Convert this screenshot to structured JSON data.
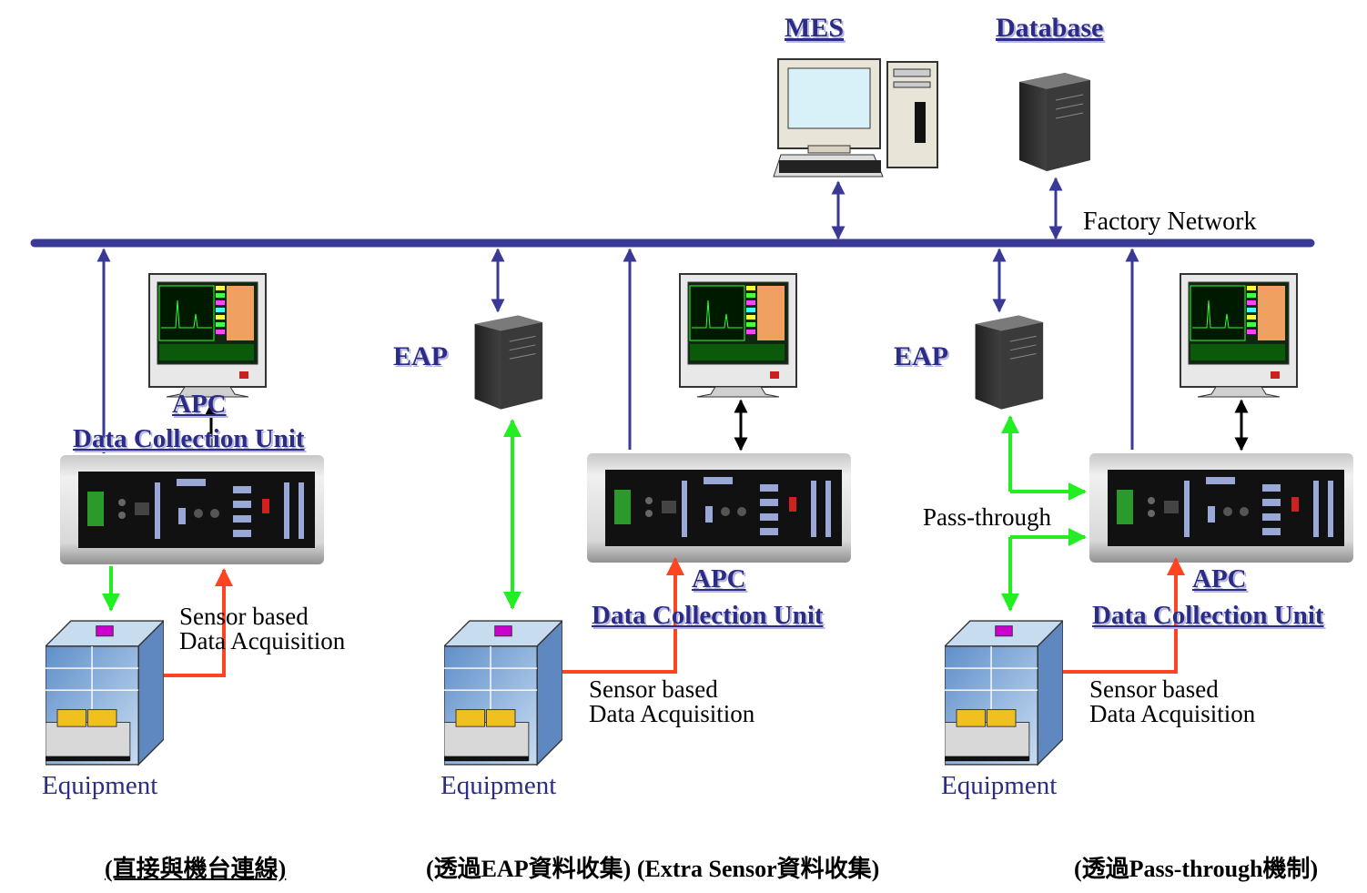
{
  "top": {
    "mes_label": "MES",
    "database_label": "Database",
    "network_label": "Factory Network"
  },
  "left": {
    "apc_label": "APC",
    "dcu_label": "Data Collection Unit",
    "sensor_line1": "Sensor based",
    "sensor_line2": "Data Acquisition",
    "equipment_label": "Equipment",
    "caption": "(直接與機台連線)"
  },
  "middle": {
    "eap_label": "EAP",
    "apc_label": "APC",
    "dcu_label": "Data Collection Unit",
    "sensor_line1": "Sensor based",
    "sensor_line2": "Data Acquisition",
    "equipment_label": "Equipment",
    "caption": "(透過EAP資料收集) (Extra Sensor資料收集)"
  },
  "right": {
    "eap_label": "EAP",
    "passthrough_label": "Pass-through",
    "apc_label": "APC",
    "dcu_label": "Data Collection Unit",
    "sensor_line1": "Sensor based",
    "sensor_line2": "Data Acquisition",
    "equipment_label": "Equipment",
    "caption": "(透過Pass-through機制)"
  },
  "colors": {
    "network_blue": "#3a3a96",
    "green_link": "#22ee22",
    "red_link": "#ff4422",
    "black_link": "#000000",
    "equipment_blue": "#8aaed8",
    "magenta_indicator": "#cc00cc",
    "yellow_wafer": "#f0c020"
  },
  "icons": [
    "mes-workstation-icon",
    "database-server-icon",
    "apc-monitor-icon",
    "eap-server-icon",
    "data-collection-unit-icon",
    "equipment-icon"
  ]
}
